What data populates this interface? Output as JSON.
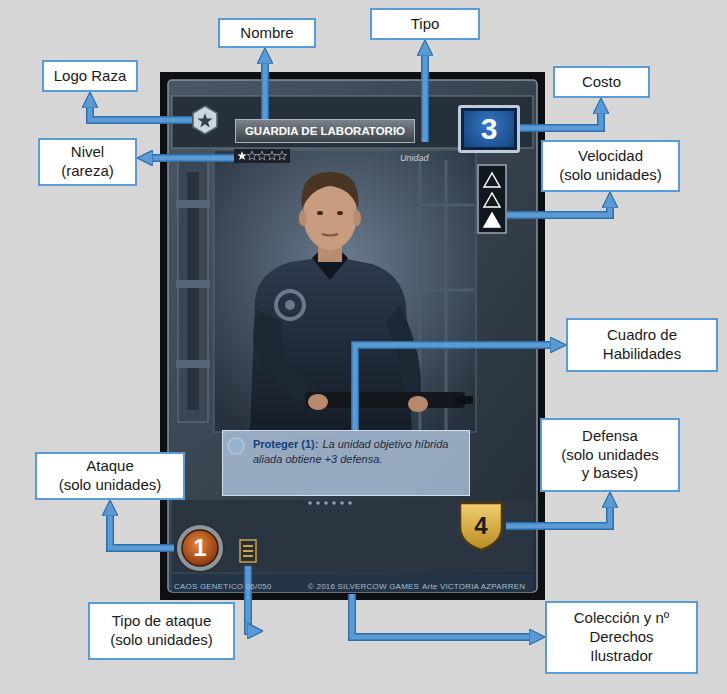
{
  "diagram": {
    "nodes": [
      {
        "text": [
          "Unidad",
          "CAOS GENETICO 06/050",
          "© 2016 SILVERCOW GAMES",
          "Arte VICTORIA AZPARREN"
        ]
      },
      {
        "text": [
          "GUARDIA DE LABORATORIO"
        ],
        "in": 0
      },
      {
        "text": [
          "3"
        ],
        "in": 0
      },
      {
        "text": [
          "Proteger (1):",
          "La unidad objetivo híbrida aliada obtiene +3 defensa."
        ],
        "in": 0
      },
      {
        "text": [
          "1"
        ],
        "in": 0
      },
      {
        "text": [
          "4"
        ],
        "in": 0
      },
      {
        "text": [
          "Nombre"
        ]
      },
      {
        "text": [
          "Tipo"
        ]
      },
      {
        "text": [
          "Logo Raza"
        ]
      },
      {
        "text": [
          "Costo"
        ]
      },
      {
        "text": [
          "Nivel (rareza)"
        ]
      },
      {
        "text": [
          "Velocidad (solo unidades)"
        ]
      },
      {
        "text": [
          "Cuadro de Habilidades"
        ]
      },
      {
        "text": [
          "Defensa (solo unidades y bases)"
        ]
      },
      {
        "text": [
          "Ataque (solo unidades)"
        ]
      },
      {
        "text": [
          "Tipo de ataque (solo unidades)"
        ]
      },
      {
        "text": [
          "Colección y nº Derechos Ilustrador"
        ]
      }
    ],
    "edges": [
      {
        "from": 1,
        "to": 6,
        "arrow": "to"
      },
      {
        "from": 0,
        "to": 7,
        "arrow": "to"
      },
      {
        "from": 0,
        "to": 8,
        "arrow": "to"
      },
      {
        "from": 2,
        "to": 9,
        "arrow": "to"
      },
      {
        "from": 0,
        "to": 10,
        "arrow": "to"
      },
      {
        "from": 0,
        "to": 11,
        "arrow": "to"
      },
      {
        "from": 3,
        "to": 12,
        "arrow": "to"
      },
      {
        "from": 5,
        "to": 13,
        "arrow": "to"
      },
      {
        "from": 4,
        "to": 14,
        "arrow": "to"
      },
      {
        "from": 0,
        "to": 15,
        "arrow": "to"
      },
      {
        "from": 0,
        "to": 16,
        "arrow": "to"
      }
    ]
  }
}
